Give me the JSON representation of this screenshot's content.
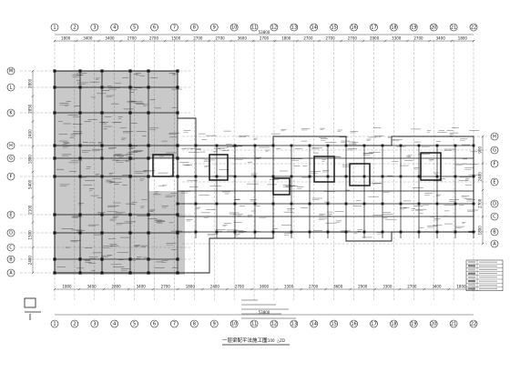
{
  "drawing": {
    "title_main": "一层梁配平法施工图",
    "title_scale": "1:100",
    "title_note": "△ZD",
    "legend_rows": 8,
    "notes_lines": 5
  },
  "axes": {
    "top_numbers": [
      "1",
      "2",
      "3",
      "4",
      "5",
      "6",
      "7",
      "8",
      "9",
      "10",
      "11",
      "12",
      "13",
      "14",
      "15",
      "16",
      "17",
      "18",
      "19",
      "20",
      "21",
      "22"
    ],
    "left_letters": [
      "M",
      "L",
      "K",
      "H",
      "G",
      "F",
      "E",
      "D",
      "C",
      "B",
      "A"
    ],
    "right_letters": [
      "H",
      "G",
      "F",
      "E",
      "D",
      "C",
      "B",
      "A"
    ]
  },
  "dimensions": {
    "top_segments": [
      "1800",
      "3400",
      "3400",
      "2700",
      "2700",
      "1500",
      "2700",
      "2700",
      "3600",
      "2700",
      "1800",
      "2700",
      "2700",
      "2700",
      "2900",
      "3300",
      "2700",
      "3400",
      "1800"
    ],
    "top_total": "53800",
    "bottom_segments": [
      "1800",
      "3400",
      "2800",
      "3400",
      "2700",
      "1800",
      "2400",
      "2700",
      "3600",
      "3300",
      "2700",
      "3600",
      "2900",
      "3300",
      "2700",
      "3400",
      "1800"
    ],
    "bottom_total": "53800",
    "left_segments": [
      "2800",
      "2850",
      "2400",
      "1800",
      "5400",
      "2100",
      "1500",
      "2400"
    ],
    "right_segments": [
      "900",
      "2400",
      "2700",
      "1800"
    ]
  },
  "colors": {
    "line": "#1a1a1a",
    "hatch": "#b8b8b8",
    "paper": "#ffffff"
  }
}
